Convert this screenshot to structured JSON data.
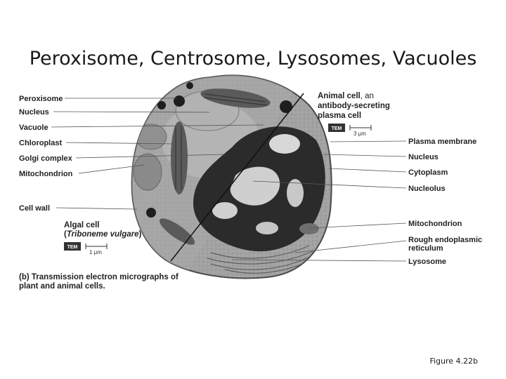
{
  "title": "Peroxisome, Centrosome, Lysosomes, Vacuoles",
  "figure_ref": "Figure 4.22b",
  "plant_labels": [
    "Peroxisome",
    "Nucleus",
    "Vacuole",
    "Chloroplast",
    "Golgi complex",
    "Mitochondrion"
  ],
  "cell_wall_label": "Cell wall",
  "animal_labels": [
    "Plasma membrane",
    "Nucleus",
    "Cytoplasm",
    "Nucleolus",
    "Mitochondrion",
    "Rough endoplasmic",
    "reticulum",
    "Lysosome"
  ],
  "animal_cell": {
    "name": "Animal cell",
    "desc_line1": ", an",
    "desc_line2": "antibody-secreting",
    "desc_line3": "plasma cell",
    "tem_badge": "TEM",
    "scale": "3 μm"
  },
  "algal_cell": {
    "name": "Algal cell",
    "species_open": "(",
    "species": "Triboneme vulgare",
    "species_close": ")",
    "tem_badge": "TEM",
    "scale": "1 μm"
  },
  "caption": {
    "line1": "(b) Transmission electron micrographs of",
    "line2": "plant and animal cells."
  },
  "colors": {
    "cytoplasm": "#9a9a9a",
    "nucleus_dark": "#2a2a2a",
    "label_text": "#222222"
  }
}
